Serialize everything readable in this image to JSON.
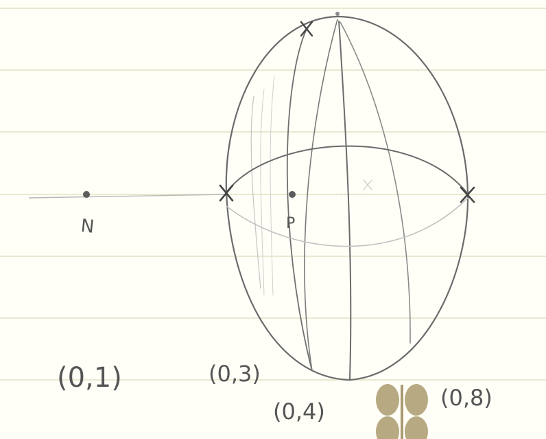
{
  "colors": {
    "paper": "#fffef7",
    "rule_line": "#e4e2c2",
    "pencil": "#6b6b6b",
    "pencil_light": "#b4b4b4",
    "leaf": "#b7a981",
    "stem": "#a99a72"
  },
  "points": {
    "n_label": "N",
    "p_label": "P"
  },
  "coordinates": {
    "c1": "(0,1)",
    "c3": "(0,3)",
    "c4": "(0,4)",
    "c8": "(0,8)"
  },
  "decoration": {
    "icon": "leaf-sprig-icon"
  }
}
